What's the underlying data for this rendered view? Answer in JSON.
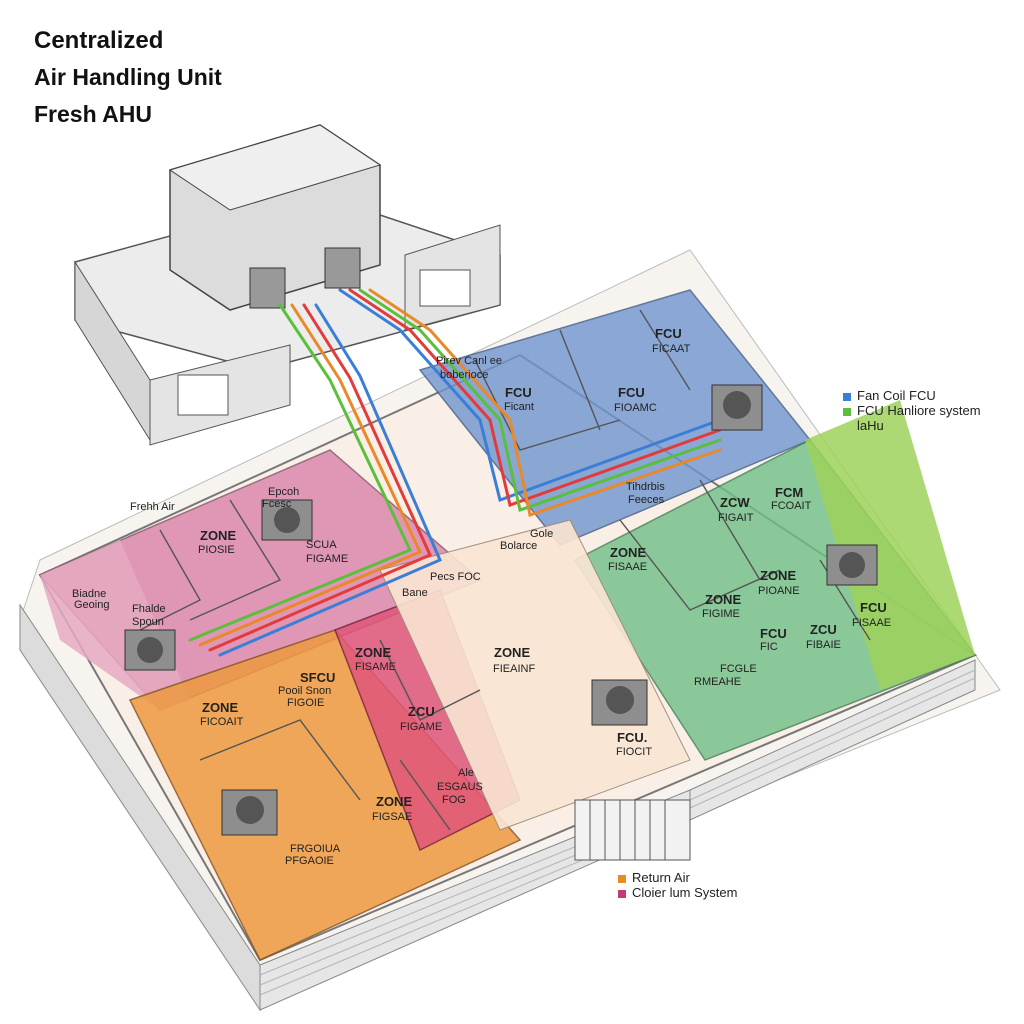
{
  "title": {
    "line1": "Centralized",
    "line2": "Air Handling Unit",
    "line3": "Fresh AHU"
  },
  "legend_top": {
    "items": [
      {
        "label": "Fan Coil FCU",
        "color": "#3a7fd5"
      },
      {
        "label": "FCU Hanliore system",
        "color": "#5bbf3c"
      }
    ],
    "extra": "laHu"
  },
  "legend_bottom": {
    "items": [
      {
        "label": "Return Air",
        "color": "#e8892a"
      },
      {
        "label": "Cloier lum System",
        "color": "#c43a76"
      }
    ]
  },
  "labels": {
    "fresh_air": "Frehh Air",
    "plenum_1": "Pirev Canl ee",
    "plenum_2": "boberioce",
    "fcu_blue_1": "FCU",
    "fcu_blue_1_sub": "Ficant",
    "fcu_blue_2": "FCU",
    "fcu_blue_2_sub": "FIOAMC",
    "fcu_blue_3": "FCU",
    "fcu_blue_3_sub": "FICAAT",
    "junction": "Tihdrbis",
    "junction_sub": "Feeces",
    "pink_1": "Epcoh",
    "pink_1b": "Fcesc",
    "pink_zone": "ZONE",
    "pink_zone_sub": "PIOSIE",
    "pink_scu": "SCUA",
    "pink_scu_sub": "FIGAME",
    "pink_left_1": "Biadne",
    "pink_left_2": "Geoing",
    "pink_left_3": "Fhalde",
    "pink_left_4": "Spoun",
    "center_pipe": "Pecs FOC",
    "center_b": "Bane",
    "center_c": "Gole",
    "center_d": "Bolarce",
    "center_zone": "ZONE",
    "center_zone_sub": "FIEAINF",
    "green_zone_1": "ZONE",
    "green_zone_1_sub": "FISAAE",
    "green_zcw": "ZCW",
    "green_zcw_sub": "FIGAIT",
    "green_fcm": "FCM",
    "green_fcm_sub": "FCOAIT",
    "green_zone_2": "ZONE",
    "green_zone_2_sub": "FIGIME",
    "green_zone_3": "ZONE",
    "green_zone_3_sub": "PIOANE",
    "green_fcu": "FCU",
    "green_fcu_sub": "FISAAE",
    "green_fcu2": "FCU",
    "green_fcu2_sub": "FIC",
    "green_zcu": "ZCU",
    "green_zcu_sub": "FIBAIE",
    "green_fcgle": "FCGLE",
    "green_fcgle_sub": "RMEAHE",
    "fcu_bottom": "FCU.",
    "fcu_bottom_sub": "FIOCIT",
    "red_zone": "ZONE",
    "red_zone_sub": "FISAME",
    "red_zcu": "ZCU",
    "red_zcu_sub": "FIGAME",
    "red_ale": "Ale",
    "red_ale_sub": "ESGAUS",
    "red_ale_sub2": "FOG",
    "red_zone_2": "ZONE",
    "red_zone_2_sub": "FIGSAE",
    "orange_sfcu": "SFCU",
    "orange_sfcu_sub": "Pooil Snon",
    "orange_sfcu_sub2": "FIGOIE",
    "orange_zone": "ZONE",
    "orange_zone_sub": "FICOAIT",
    "orange_bottom": "FRGOIUA",
    "orange_bottom_sub": "PFGAOIE"
  }
}
